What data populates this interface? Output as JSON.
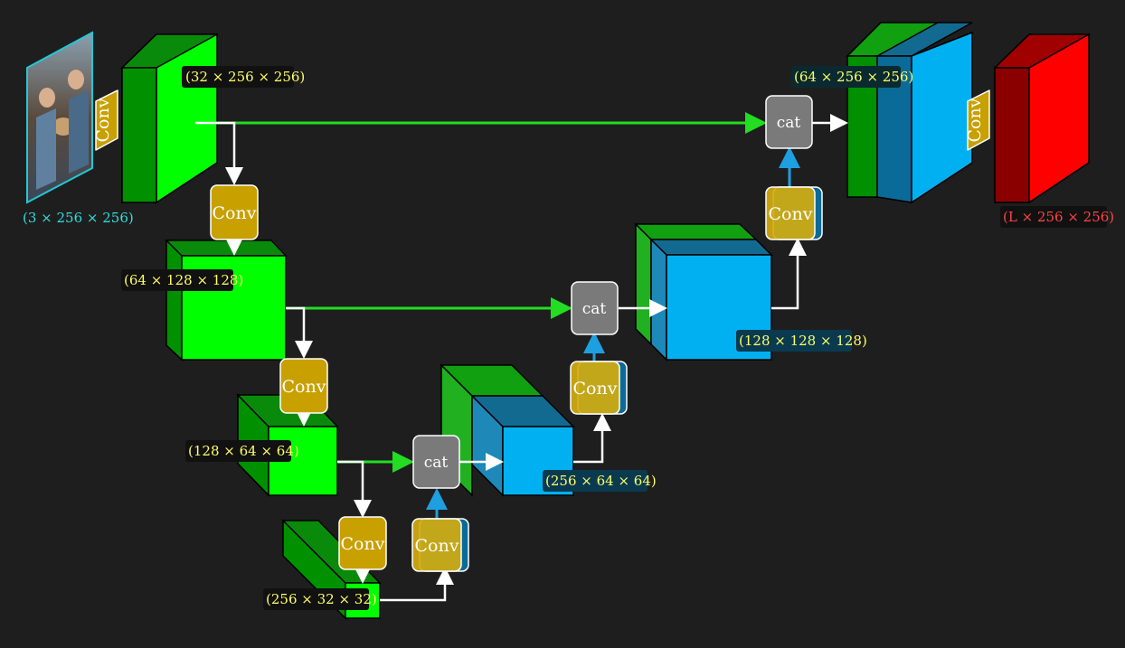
{
  "labels": {
    "input": "(3 × 256 × 256)",
    "enc1": "(32 × 256 × 256)",
    "enc2": "(64 × 128 × 128)",
    "enc3": "(128 × 64 × 64)",
    "enc4": "(256 × 32 × 32)",
    "dec3": "(256 × 64 × 64)",
    "dec2": "(128 × 128 × 128)",
    "dec1": "(64 × 256 × 256)",
    "output": "(L × 256 × 256)"
  },
  "blocks": {
    "conv": "Conv",
    "cat": "cat"
  },
  "colors": {
    "encoder": "#00ff00",
    "decoder": "#00b0f0",
    "output": "#ff0000",
    "conv": "#c8a000",
    "cat": "#7a7a7a",
    "label_yellow": "#ffff66",
    "label_cyan": "#33dddd",
    "label_red": "#ff4444"
  }
}
